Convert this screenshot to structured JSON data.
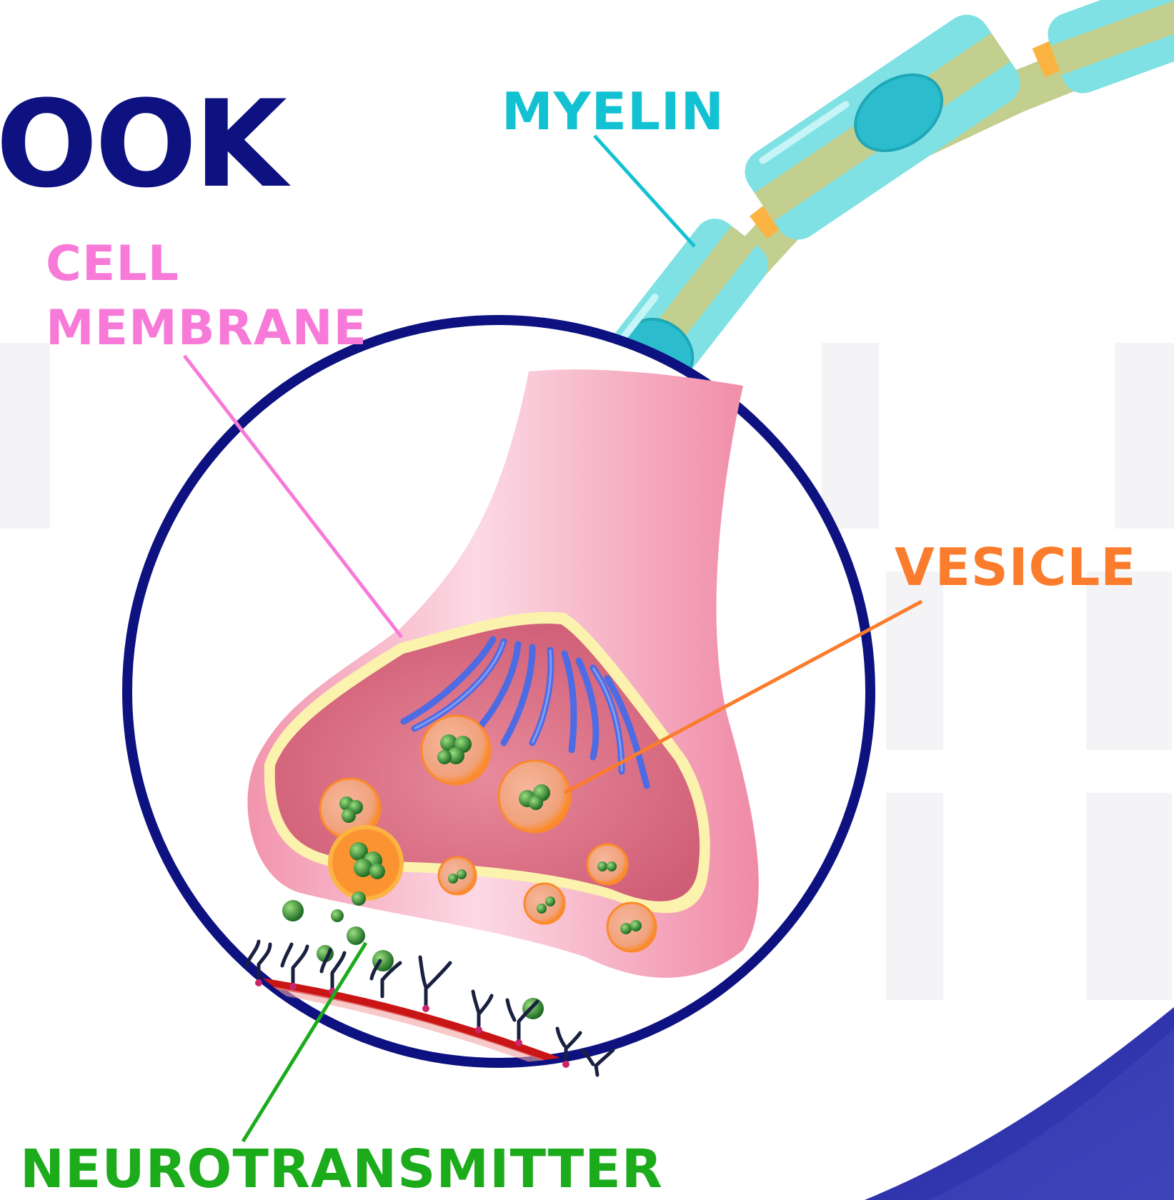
{
  "title": {
    "text": "OOK",
    "color": "#0d1280"
  },
  "labels": {
    "myelin": {
      "text": "MYELIN",
      "color": "#12c2d2"
    },
    "cell_membrane_line1": {
      "text": "CELL",
      "color": "#f77ad8"
    },
    "cell_membrane_line2": {
      "text": "MEMBRANE",
      "color": "#f77ad8"
    },
    "vesicle": {
      "text": "VESICLE",
      "color": "#fa7c2c"
    },
    "neurotransmitter": {
      "text": "NEUROTRANSMITTER",
      "color": "#1bab1b"
    }
  },
  "colors": {
    "circle_outline": "#0d1280",
    "myelin_sheath": "#7fe1e4",
    "axon_core": "#c2cf8e",
    "node_of_ranvier": "#fbb441",
    "nucleus": "#2bbccd",
    "terminal_outer": "#f3a7b8",
    "terminal_inner": "#d9697f",
    "terminal_rim": "#fbf2ae",
    "microtubules": "#4d6be3",
    "vesicle": "#fb9848",
    "neurotransmitter": "#2e8b2e",
    "receptor": "#1a2040",
    "postsynaptic_membrane": "#c91515",
    "corner_swoosh": "#2a2fa3"
  }
}
